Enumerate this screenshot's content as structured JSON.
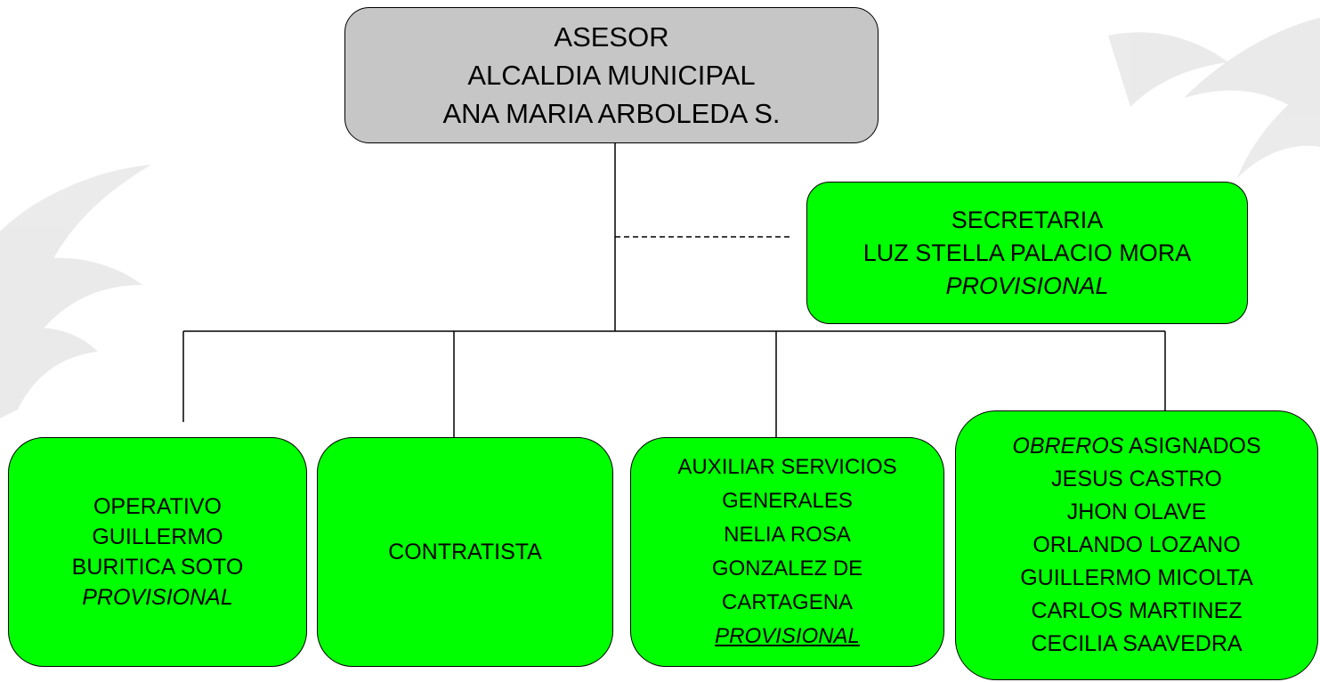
{
  "colors": {
    "top_box_fill": "#c6c6c6",
    "box_fill": "#00ff00",
    "line": "#000000",
    "palm": "#dadada"
  },
  "top_box": {
    "line1": "ASESOR",
    "line2": "ALCALDIA MUNICIPAL",
    "line3": "ANA MARIA ARBOLEDA S."
  },
  "secretaria": {
    "line1": "SECRETARIA",
    "line2": "LUZ STELLA PALACIO MORA",
    "line3": "PROVISIONAL"
  },
  "boxes": {
    "operativo": {
      "line1": "OPERATIVO",
      "line2": "GUILLERMO",
      "line3": "BURITICA SOTO",
      "line4": "PROVISIONAL"
    },
    "contratista": {
      "line1": "CONTRATISTA"
    },
    "auxiliar": {
      "line1": "AUXILIAR SERVICIOS",
      "line2": "GENERALES",
      "line3": "NELIA ROSA",
      "line4": "GONZALEZ DE",
      "line5": "CARTAGENA",
      "line6": "PROVISIONAL"
    },
    "obreros": {
      "title_italic": "OBREROS",
      "title_rest": " ASIGNADOS",
      "names": [
        "JESUS CASTRO",
        "JHON OLAVE",
        "ORLANDO LOZANO",
        "GUILLERMO MICOLTA",
        "CARLOS MARTINEZ",
        "CECILIA SAAVEDRA"
      ]
    }
  }
}
